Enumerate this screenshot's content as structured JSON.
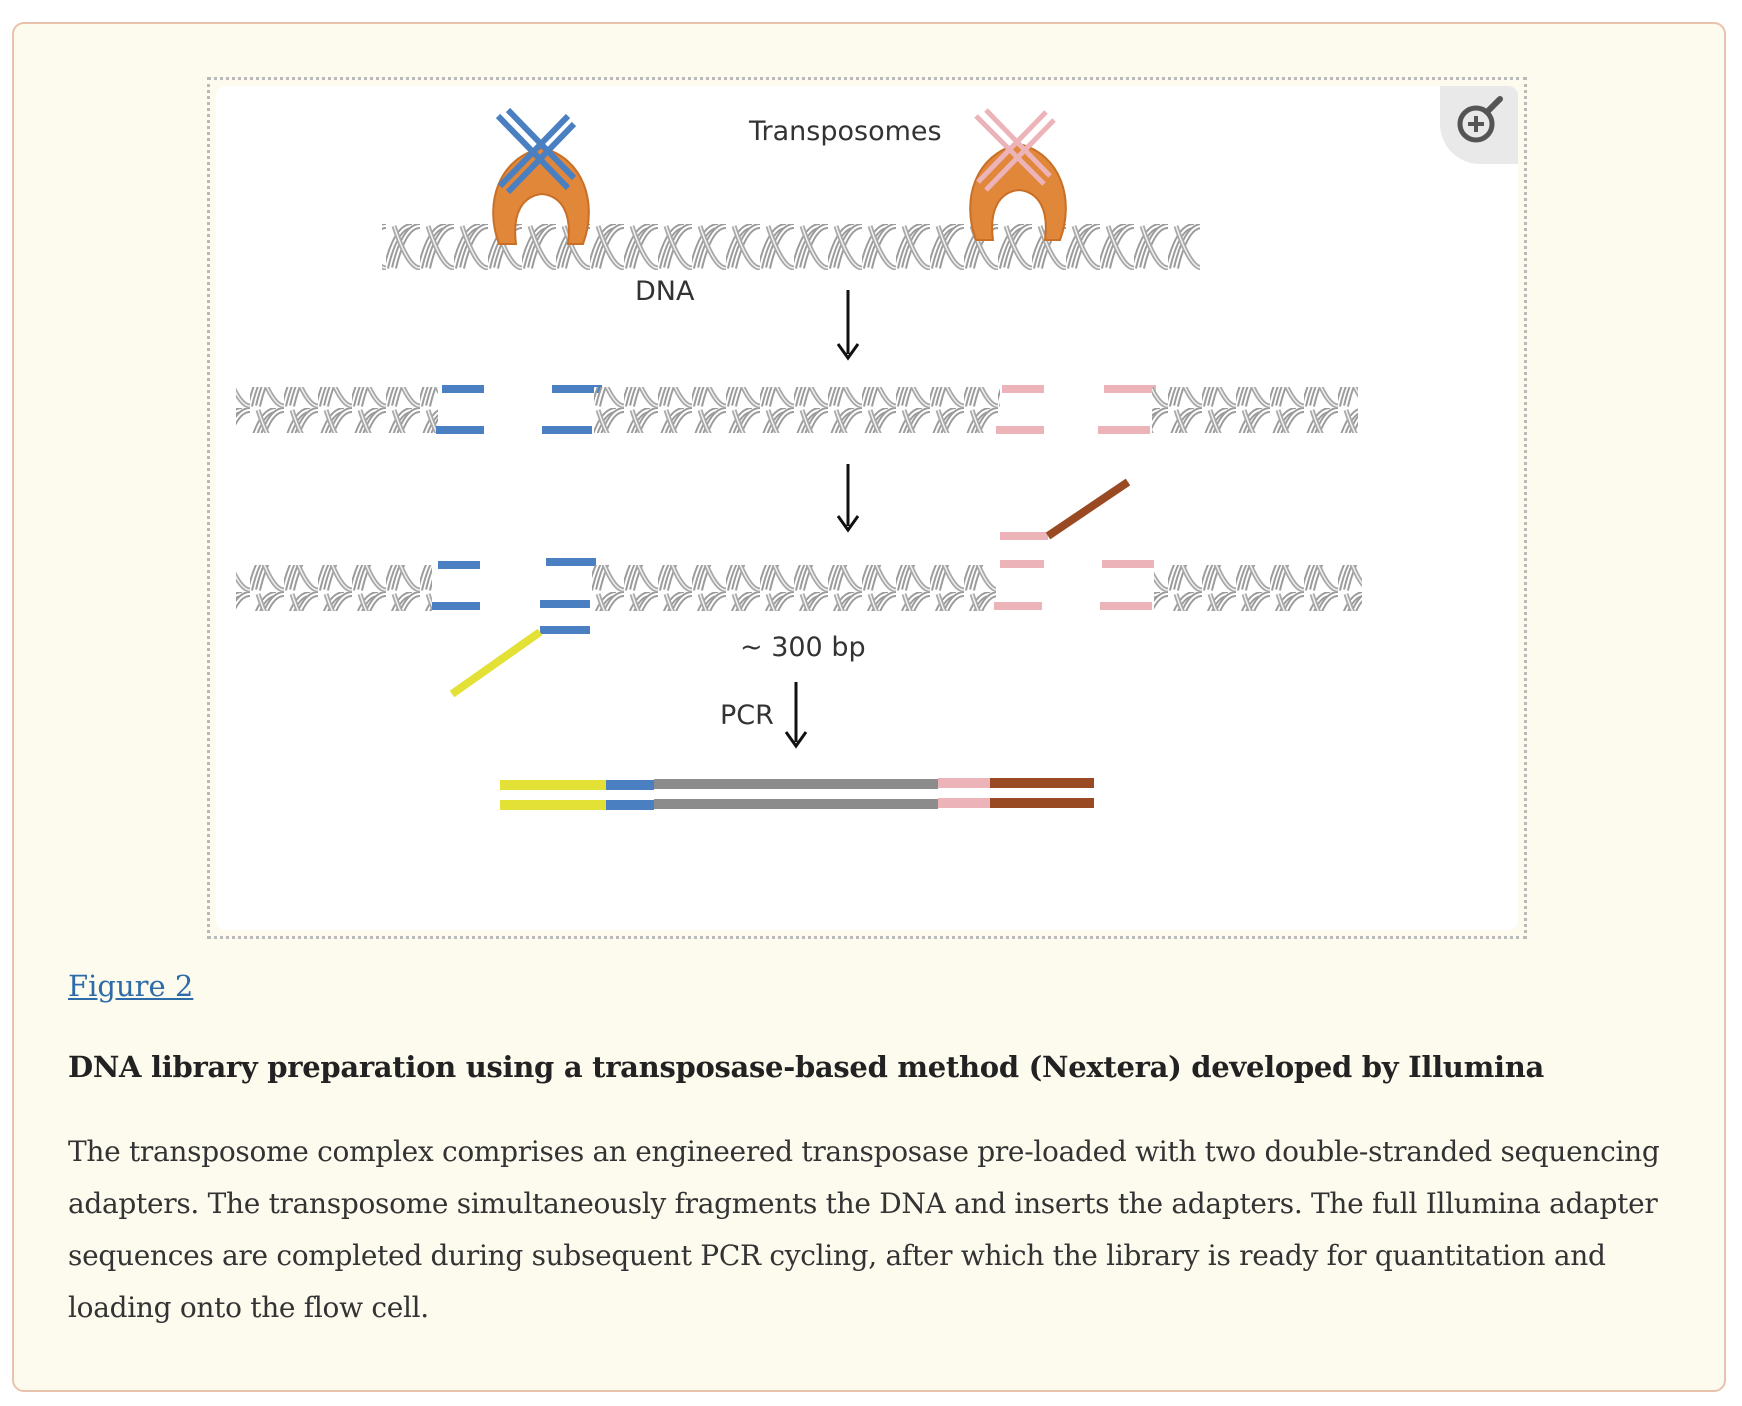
{
  "figure": {
    "link_text": "Figure 2",
    "title": "DNA library preparation using a transposase-based method (Nextera) developed by Illumina",
    "caption": "The transposome complex comprises an engineered transposase pre-loaded with two double-stranded sequencing adapters. The transposome simultaneously fragments the DNA and inserts the adapters. The full Illumina adapter sequences are completed during subsequent PCR cycling, after which the library is ready for quantitation and loading onto the flow cell."
  },
  "diagram": {
    "labels": {
      "transposomes": "Transposomes",
      "dna": "DNA",
      "fragment_size": "~ 300 bp",
      "pcr": "PCR"
    },
    "colors": {
      "dna_gray": "#a5a5a5",
      "transposase_orange": "#e1873a",
      "adapter_blue": "#4a7fc1",
      "adapter_pink": "#ecb3b8",
      "primer_yellow": "#e3e036",
      "primer_brown": "#9a4a22",
      "insert_gray": "#8c8c8c"
    }
  },
  "toolbar": {
    "zoom_icon": "zoom-in-icon"
  }
}
